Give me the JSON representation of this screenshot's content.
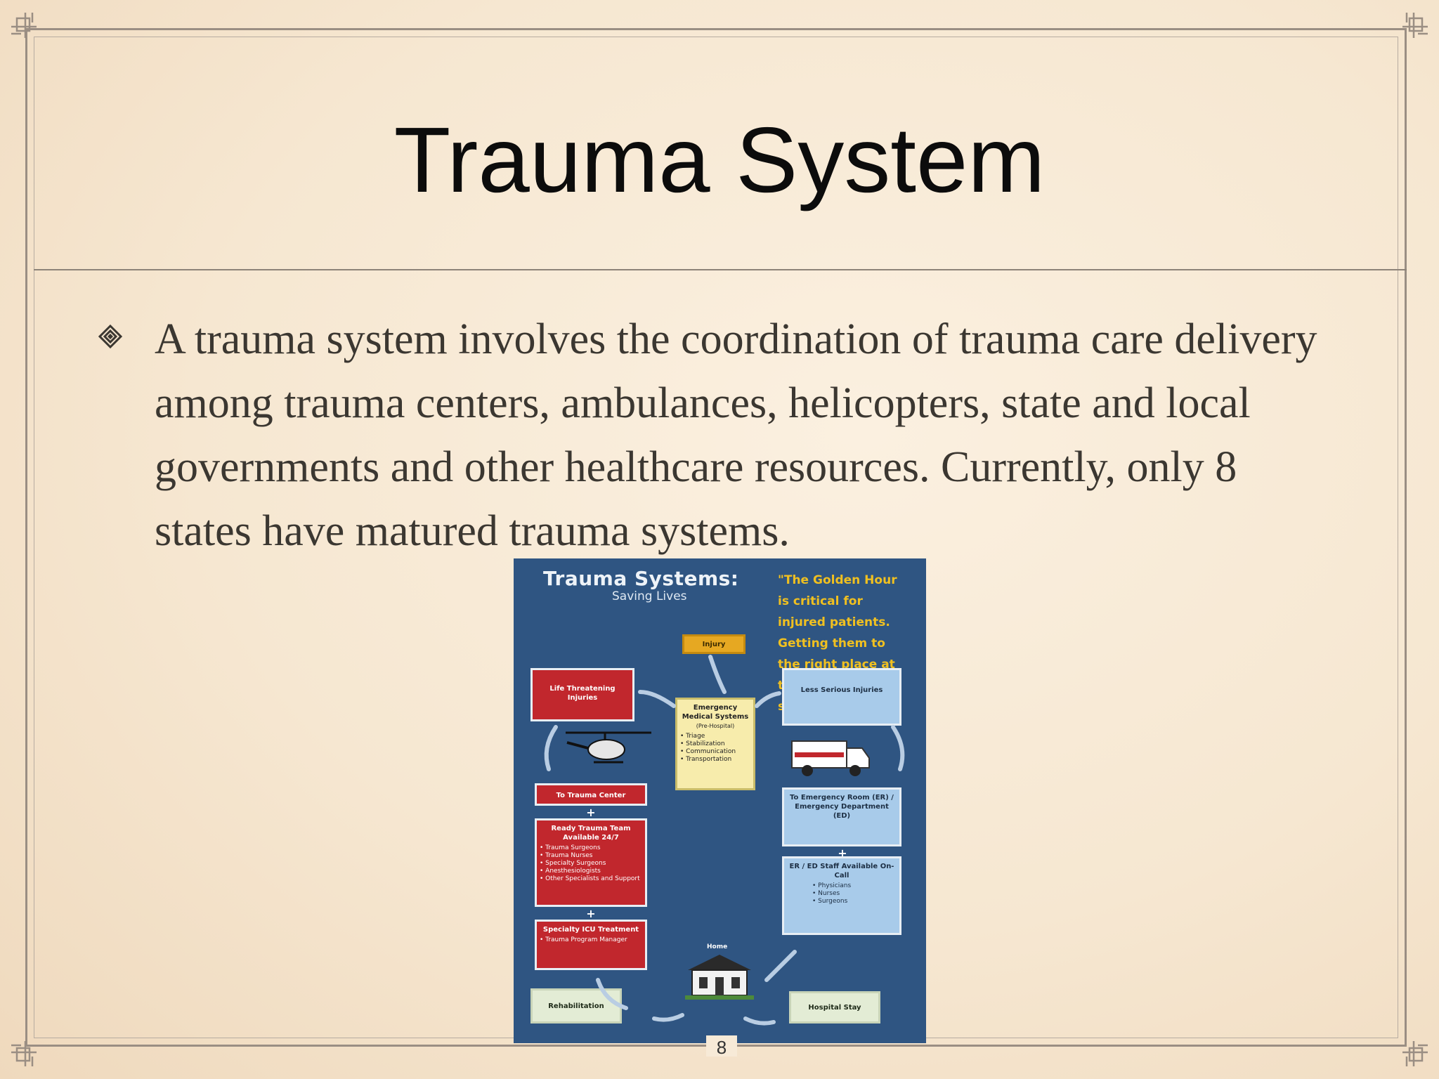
{
  "slide": {
    "title": "Trauma System",
    "bullet_text": "A trauma system involves the coordination of trauma care delivery among trauma centers, ambulances, helicopters, state and local governments and other healthcare resources. Currently, only 8 states have matured trauma systems.",
    "bullet_icon": "diamond-bullet-icon",
    "page_number": "8"
  },
  "infographic": {
    "title": "Trauma Systems:",
    "subtitle": "Saving Lives",
    "quote": "\"The Golden Hour is critical for injured patients. Getting them to the right place at the right time saves lives.\"",
    "injury": "Injury",
    "life_threatening": "Life Threatening Injuries",
    "less_serious": "Less Serious Injuries",
    "ems_title": "Emergency Medical Systems",
    "ems_sub": "(Pre-Hospital)",
    "ems_items": [
      "Triage",
      "Stabilization",
      "Communication",
      "Transportation"
    ],
    "to_trauma_center": "To Trauma Center",
    "ready_team_title": "Ready Trauma Team Available 24/7",
    "ready_team_items": [
      "Trauma Surgeons",
      "Trauma Nurses",
      "Specialty Surgeons",
      "Anesthesiologists",
      "Other Specialists and Support"
    ],
    "icu_title": "Specialty ICU Treatment",
    "icu_items": [
      "Trauma Program Manager"
    ],
    "to_er": "To Emergency Room (ER) / Emergency Department (ED)",
    "er_staff_title": "ER / ED Staff Available On-Call",
    "er_staff_items": [
      "Physicians",
      "Nurses",
      "Surgeons"
    ],
    "home": "Home",
    "rehabilitation": "Rehabilitation",
    "hospital_stay": "Hospital Stay",
    "colors": {
      "background": "#2f5582",
      "red_box": "#c1272d",
      "light_blue_box": "#a8cbea",
      "quote_gold": "#f0c020"
    }
  }
}
